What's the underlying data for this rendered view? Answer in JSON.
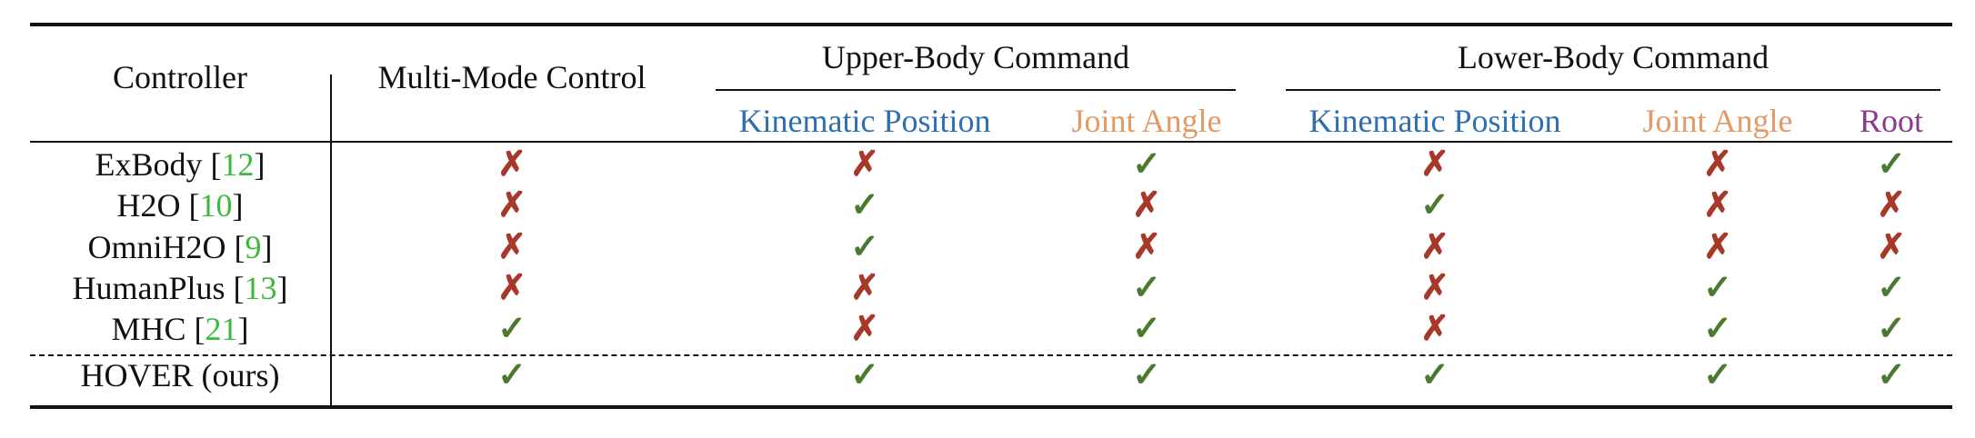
{
  "colors": {
    "kinematic": "#2f6fb0",
    "joint": "#e39a66",
    "root": "#8a3a90",
    "check": "#4a7a2e",
    "cross": "#a8392a",
    "ref": "#3cb93c"
  },
  "header": {
    "controller": "Controller",
    "multi_mode": "Multi-Mode Control",
    "upper_body": "Upper-Body Command",
    "lower_body": "Lower-Body Command",
    "sub": {
      "upper_kin": "Kinematic Position",
      "upper_joint": "Joint Angle",
      "lower_kin": "Kinematic Position",
      "lower_joint": "Joint Angle",
      "lower_root": "Root"
    }
  },
  "rows": [
    {
      "name": "ExBody",
      "ref_open": "[",
      "ref": "12",
      "ref_close": "]",
      "cells": [
        "✗",
        "✗",
        "✓",
        "✗",
        "✗",
        "✓"
      ]
    },
    {
      "name": "H2O",
      "ref_open": "[",
      "ref": "10",
      "ref_close": "]",
      "cells": [
        "✗",
        "✓",
        "✗",
        "✓",
        "✗",
        "✗"
      ]
    },
    {
      "name": "OmniH2O",
      "ref_open": "[",
      "ref": "9",
      "ref_close": "]",
      "cells": [
        "✗",
        "✓",
        "✗",
        "✗",
        "✗",
        "✗"
      ]
    },
    {
      "name": "HumanPlus",
      "ref_open": "[",
      "ref": "13",
      "ref_close": "]",
      "cells": [
        "✗",
        "✗",
        "✓",
        "✗",
        "✓",
        "✓"
      ]
    },
    {
      "name": "MHC",
      "ref_open": "[",
      "ref": "21",
      "ref_close": "]",
      "cells": [
        "✓",
        "✗",
        "✓",
        "✗",
        "✓",
        "✓"
      ]
    }
  ],
  "ours": {
    "name": "HOVER (ours)",
    "cells": [
      "✓",
      "✓",
      "✓",
      "✓",
      "✓",
      "✓"
    ]
  }
}
